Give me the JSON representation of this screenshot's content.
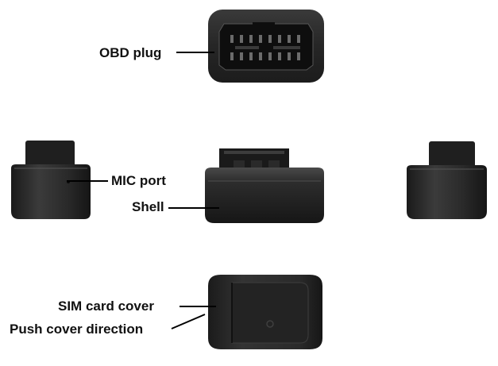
{
  "labels": {
    "obd_plug": "OBD plug",
    "mic_port": "MIC port",
    "shell": "Shell",
    "sim_card_cover": "SIM card cover",
    "push_cover_direction": "Push cover direction"
  },
  "colors": {
    "device_body": "#2b2b2b",
    "device_dark": "#161616",
    "label_text": "#111111",
    "leader_line": "#000000"
  }
}
